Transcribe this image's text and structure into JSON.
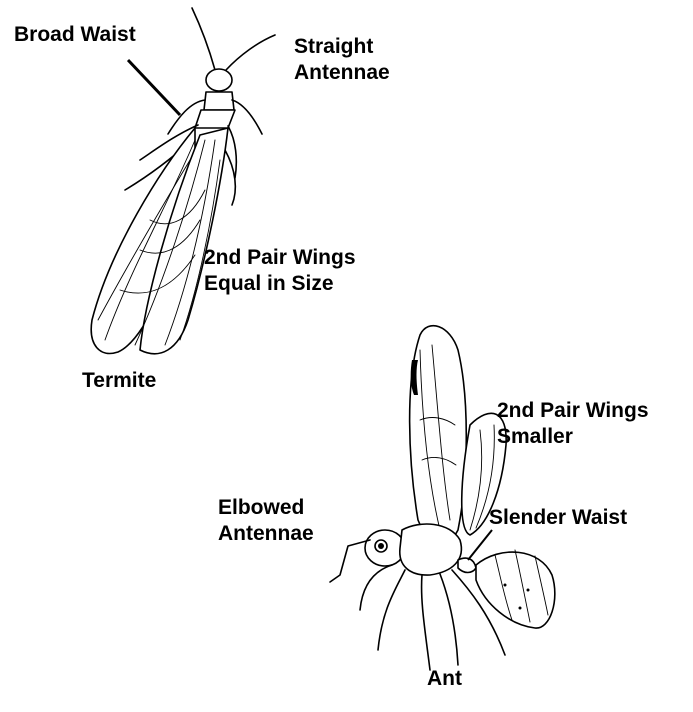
{
  "termite": {
    "name": "Termite",
    "waist_label": "Broad Waist",
    "antennae_label": [
      "Straight",
      "Antennae"
    ],
    "wings_label": [
      "2nd Pair Wings",
      "Equal in Size"
    ]
  },
  "ant": {
    "name": "Ant",
    "wings_label": [
      "2nd Pair Wings",
      "Smaller"
    ],
    "waist_label": "Slender Waist",
    "antennae_label": [
      "Elbowed",
      "Antennae"
    ]
  }
}
